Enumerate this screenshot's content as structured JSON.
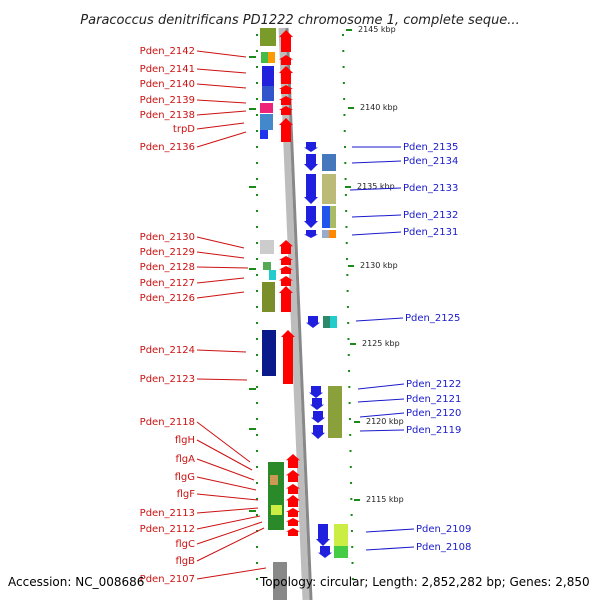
{
  "header": {
    "title": "Paracoccus denitrificans PD1222 chromosome 1, complete seque..."
  },
  "footer": {
    "accession": "Accession: NC_008686",
    "topology": "Topology: circular; Length: 2,852,282 bp; Genes: 2,850"
  },
  "colors": {
    "forward_arrow": "#ff0000",
    "reverse_arrow": "#1f1fdd",
    "left_label": "#cc1111",
    "right_label": "#1a1acc",
    "tick": "#1a8a1a",
    "backbone": "#999999"
  },
  "kbp_markers": [
    "2145 kbp",
    "2140 kbp",
    "2135 kbp",
    "2130 kbp",
    "2125 kbp",
    "2120 kbp",
    "2115 kbp"
  ],
  "left_genes": [
    "Pden_2142",
    "Pden_2141",
    "Pden_2140",
    "Pden_2139",
    "Pden_2138",
    "trpD",
    "Pden_2136",
    "Pden_2130",
    "Pden_2129",
    "Pden_2128",
    "Pden_2127",
    "Pden_2126",
    "Pden_2124",
    "Pden_2123",
    "Pden_2118",
    "flgH",
    "flgA",
    "flgG",
    "flgF",
    "Pden_2113",
    "Pden_2112",
    "flgC",
    "flgB",
    "Pden_2107"
  ],
  "right_genes": [
    "Pden_2135",
    "Pden_2134",
    "Pden_2133",
    "Pden_2132",
    "Pden_2131",
    "Pden_2125",
    "Pden_2122",
    "Pden_2121",
    "Pden_2120",
    "Pden_2119",
    "Pden_2109",
    "Pden_2108"
  ]
}
